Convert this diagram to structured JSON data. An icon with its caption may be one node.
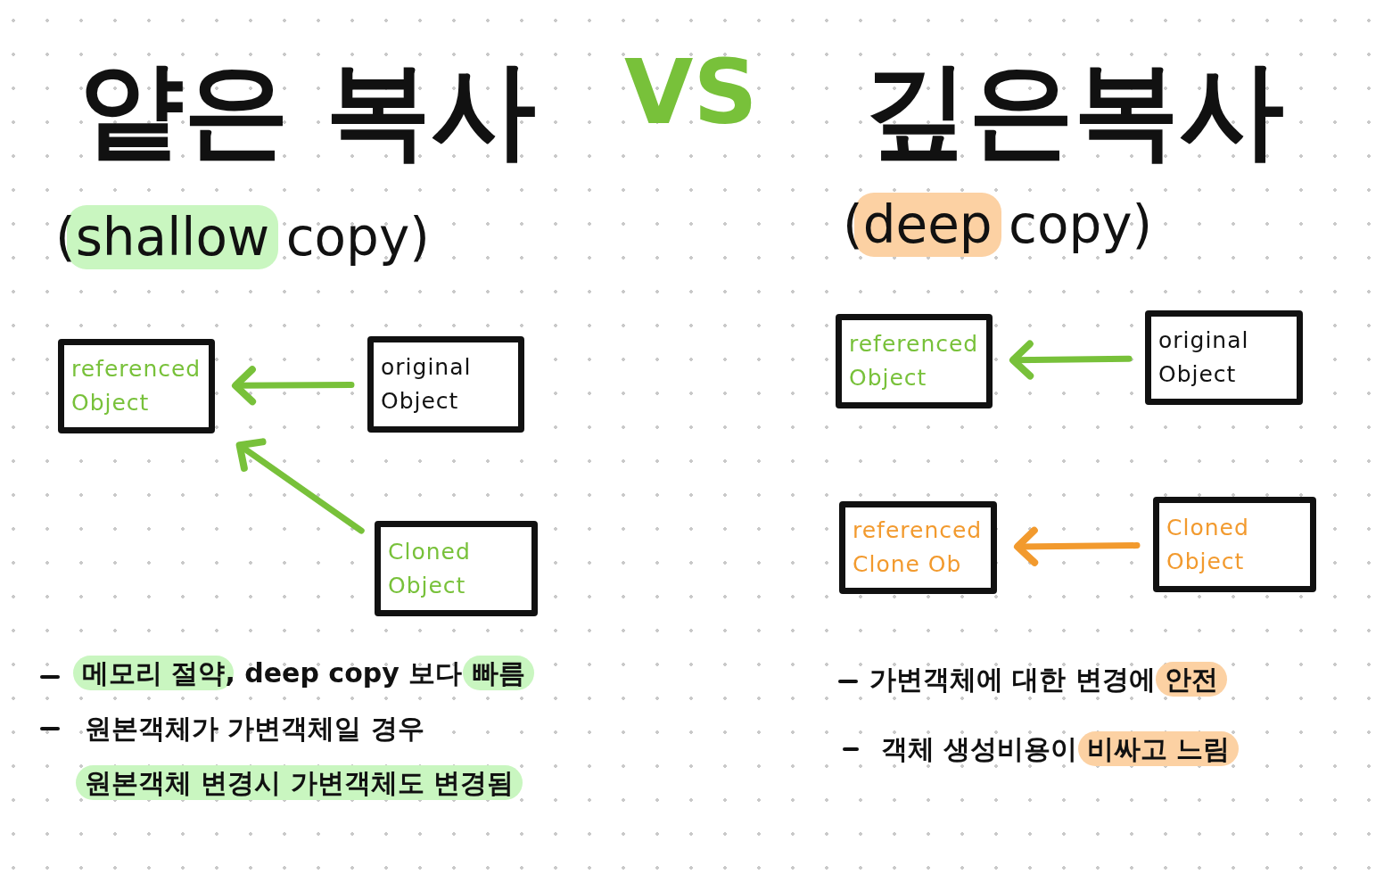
{
  "diagram": {
    "nodes": [
      {
        "text": [
          "referenced Object"
        ]
      },
      {
        "text": [
          "original Object"
        ]
      },
      {
        "text": [
          "Cloned Object"
        ]
      },
      {
        "text": [
          "referenced Object"
        ]
      },
      {
        "text": [
          "original Object"
        ]
      },
      {
        "text": [
          "referenced Clone Ob"
        ]
      },
      {
        "text": [
          "Cloned Object"
        ]
      }
    ],
    "edges": [
      {
        "from": 1,
        "to": 0,
        "arrow": "to"
      },
      {
        "from": 2,
        "to": 0,
        "arrow": "to"
      },
      {
        "from": 4,
        "to": 3,
        "arrow": "to"
      },
      {
        "from": 6,
        "to": 5,
        "arrow": "to",
        "color": "#f29a2e"
      }
    ],
    "labels": [
      "얕은 복사",
      "VS",
      "깊은복사",
      "(shallow copy)",
      "(deep copy)",
      "메모리 절약, deep copy 보다 빠름",
      "원본객체가 가변객체일 경우",
      "원본객체 변경시 가변객체도 변경됨",
      "가변객체에 대한 변경에 안전",
      "객체 생성비용이 비싸고 느림"
    ]
  }
}
